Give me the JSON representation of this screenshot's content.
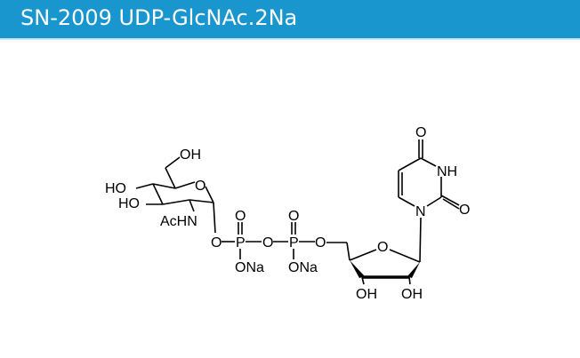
{
  "header": {
    "title": "SN-2009 UDP-GlcNAc.2Na"
  },
  "molecule": {
    "labels": {
      "oh_c6": "OH",
      "ring_o": "O",
      "ho_c4": "HO",
      "ho_c3": "HO",
      "achn": "AcHN",
      "o_glyc": "O",
      "p1": "P",
      "p1_oxo": "O",
      "p1_ona": "ONa",
      "o_bridge": "O",
      "p2": "P",
      "p2_oxo": "O",
      "p2_ona": "ONa",
      "o_5prime": "O",
      "ribose_o": "O",
      "oh_3prime": "OH",
      "oh_2prime": "OH",
      "n1": "N",
      "nh3": "NH",
      "o2": "O",
      "o4": "O"
    }
  }
}
